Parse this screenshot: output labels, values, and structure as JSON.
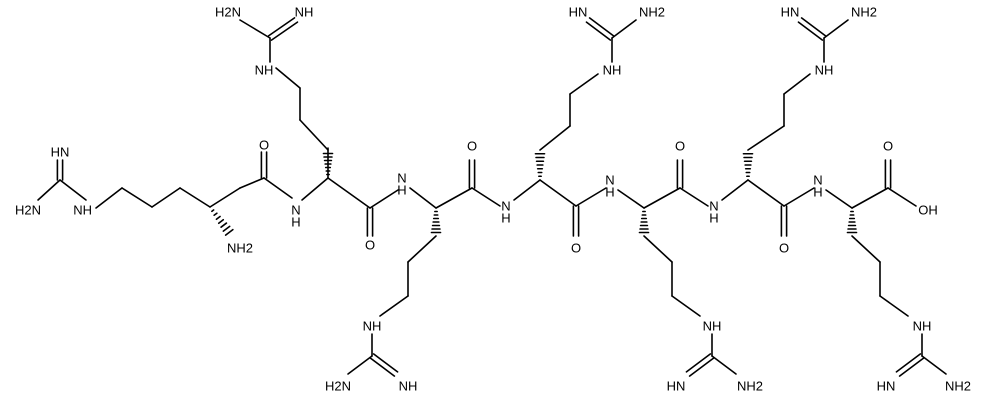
{
  "labels": {
    "nh2": "NH2",
    "h2n": "H2N",
    "nh": "NH",
    "hn": "HN",
    "n_h": "N",
    "h_under": "H",
    "o": "O",
    "oh": "OH"
  }
}
